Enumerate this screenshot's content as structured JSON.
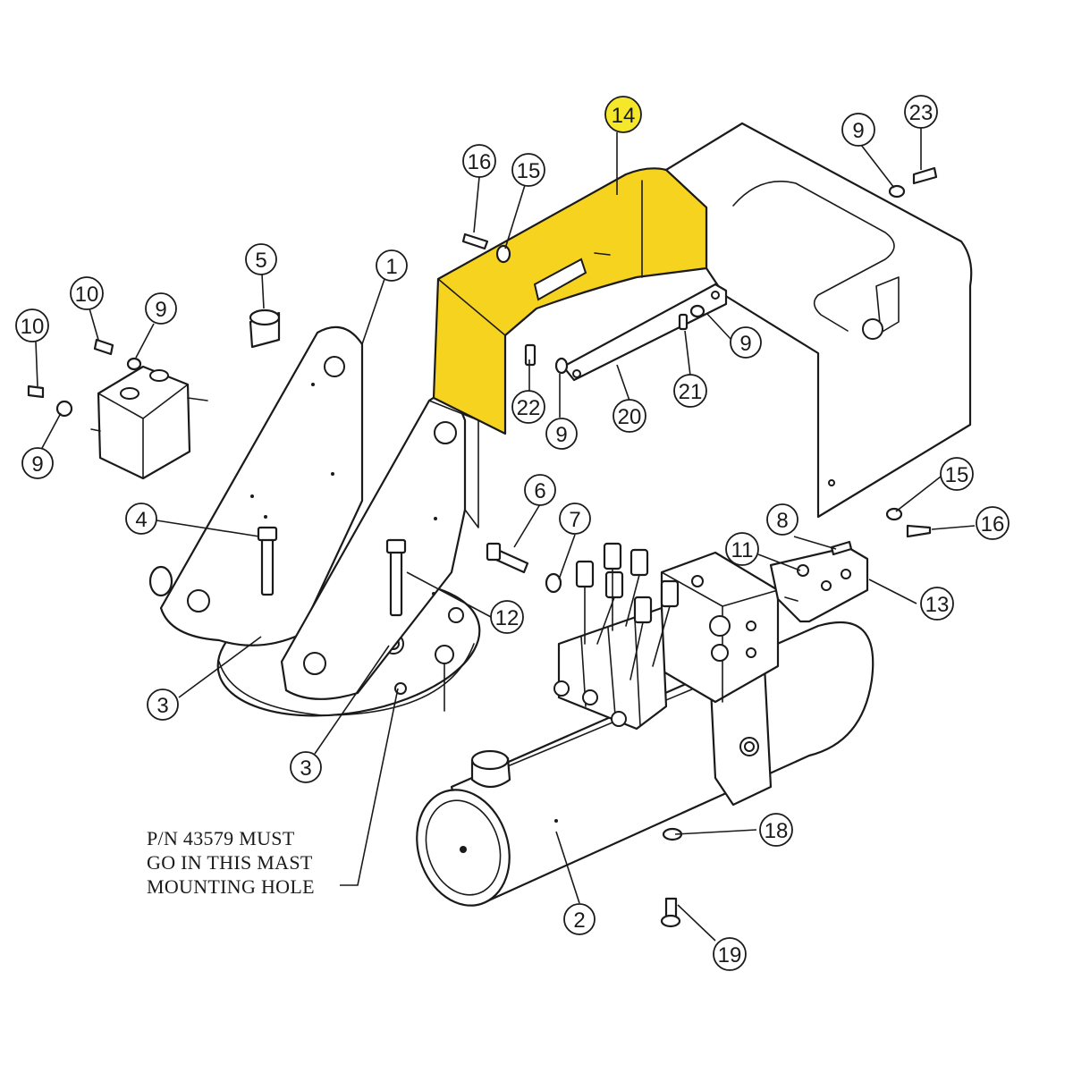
{
  "diagram": {
    "highlight_color": "#f5d31f",
    "callouts": [
      {
        "id": "c14",
        "label": "14",
        "highlighted": true
      },
      {
        "id": "c16a",
        "label": "16"
      },
      {
        "id": "c15a",
        "label": "15"
      },
      {
        "id": "c9a",
        "label": "9"
      },
      {
        "id": "c23",
        "label": "23"
      },
      {
        "id": "c5",
        "label": "5"
      },
      {
        "id": "c1",
        "label": "1"
      },
      {
        "id": "c10a",
        "label": "10"
      },
      {
        "id": "c9b",
        "label": "9"
      },
      {
        "id": "c10b",
        "label": "10"
      },
      {
        "id": "c9c",
        "label": "9"
      },
      {
        "id": "c9d",
        "label": "9"
      },
      {
        "id": "c22",
        "label": "22"
      },
      {
        "id": "c9e",
        "label": "9"
      },
      {
        "id": "c20",
        "label": "20"
      },
      {
        "id": "c21",
        "label": "21"
      },
      {
        "id": "c15b",
        "label": "15"
      },
      {
        "id": "c16b",
        "label": "16"
      },
      {
        "id": "c4",
        "label": "4"
      },
      {
        "id": "c6",
        "label": "6"
      },
      {
        "id": "c7",
        "label": "7"
      },
      {
        "id": "c8",
        "label": "8"
      },
      {
        "id": "c11",
        "label": "11"
      },
      {
        "id": "c12",
        "label": "12"
      },
      {
        "id": "c13",
        "label": "13"
      },
      {
        "id": "c3a",
        "label": "3"
      },
      {
        "id": "c3b",
        "label": "3"
      },
      {
        "id": "c18",
        "label": "18"
      },
      {
        "id": "c2",
        "label": "2"
      },
      {
        "id": "c19",
        "label": "19"
      }
    ],
    "note_lines": [
      "P/N 43579 MUST",
      "GO IN THIS MAST",
      "MOUNTING HOLE"
    ]
  }
}
